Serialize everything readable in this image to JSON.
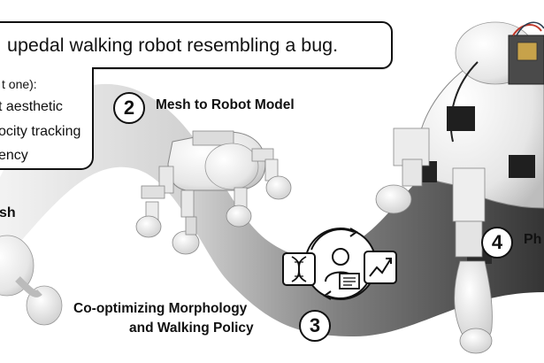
{
  "prompt": {
    "text": "upedal walking robot resembling a bug."
  },
  "criteria": {
    "heading": "t one):",
    "items": [
      "t aesthetic",
      "ocity tracking",
      "ency"
    ]
  },
  "steps": [
    {
      "number": "2",
      "label": "Mesh to Robot Model"
    },
    {
      "number": "3",
      "label_line1": "Co-optimizing Morphology",
      "label_line2": "and Walking Policy"
    },
    {
      "number": "4",
      "label": "Ph"
    }
  ],
  "partial_label": "sh",
  "icons": [
    "dna-icon",
    "person-icon",
    "document-icon",
    "growth-chart-icon",
    "cycle-arrows-icon"
  ]
}
